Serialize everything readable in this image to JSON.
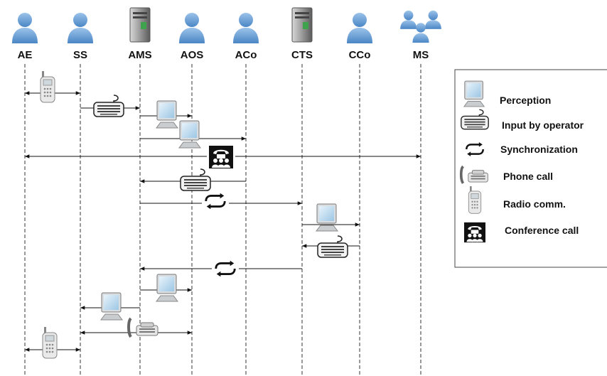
{
  "actors": [
    {
      "id": "AE",
      "label": "AE",
      "icon": "person-icon"
    },
    {
      "id": "SS",
      "label": "SS",
      "icon": "person-icon"
    },
    {
      "id": "AMS",
      "label": "AMS",
      "icon": "server-icon"
    },
    {
      "id": "AOS",
      "label": "AOS",
      "icon": "person-icon"
    },
    {
      "id": "ACo",
      "label": "ACo",
      "icon": "person-icon"
    },
    {
      "id": "CTS",
      "label": "CTS",
      "icon": "server-icon"
    },
    {
      "id": "CCo",
      "label": "CCo",
      "icon": "person-icon"
    },
    {
      "id": "MS",
      "label": "MS",
      "icon": "group-icon"
    }
  ],
  "legend": [
    {
      "icon": "monitor-icon",
      "label": "Perception"
    },
    {
      "icon": "keyboard-icon",
      "label": "Input by operator"
    },
    {
      "icon": "sync-icon",
      "label": "Synchronization"
    },
    {
      "icon": "phone-icon",
      "label": "Phone call"
    },
    {
      "icon": "radio-icon",
      "label": "Radio comm."
    },
    {
      "icon": "conference-icon",
      "label": "Conference call"
    }
  ],
  "messages": [
    {
      "from": "AE",
      "to": "SS",
      "kind": "radio",
      "bidirectional": true
    },
    {
      "from": "SS",
      "to": "AMS",
      "kind": "keyboard",
      "bidirectional": false
    },
    {
      "from": "AMS",
      "to": "AOS",
      "kind": "monitor",
      "bidirectional": false
    },
    {
      "from": "AMS",
      "to": "ACo",
      "kind": "monitor",
      "bidirectional": false
    },
    {
      "from": "AE",
      "to": "MS",
      "kind": "conference",
      "bidirectional": true
    },
    {
      "from": "ACo",
      "to": "AMS",
      "kind": "keyboard",
      "bidirectional": false
    },
    {
      "from": "AMS",
      "to": "CTS",
      "kind": "sync",
      "bidirectional": false
    },
    {
      "from": "CTS",
      "to": "CCo",
      "kind": "monitor",
      "bidirectional": false
    },
    {
      "from": "CCo",
      "to": "CTS",
      "kind": "keyboard",
      "bidirectional": false
    },
    {
      "from": "CTS",
      "to": "AMS",
      "kind": "sync",
      "bidirectional": false
    },
    {
      "from": "AMS",
      "to": "AOS",
      "kind": "monitor",
      "bidirectional": false
    },
    {
      "from": "AMS",
      "to": "SS",
      "kind": "monitor",
      "bidirectional": false
    },
    {
      "from": "SS",
      "to": "AOS",
      "kind": "phone",
      "bidirectional": true
    },
    {
      "from": "AE",
      "to": "SS",
      "kind": "radio",
      "bidirectional": true
    }
  ],
  "colors": {
    "person": "#5b9bd5",
    "server": "#8a8a8a",
    "monitor": "#a9cce3",
    "line": "#111111"
  }
}
